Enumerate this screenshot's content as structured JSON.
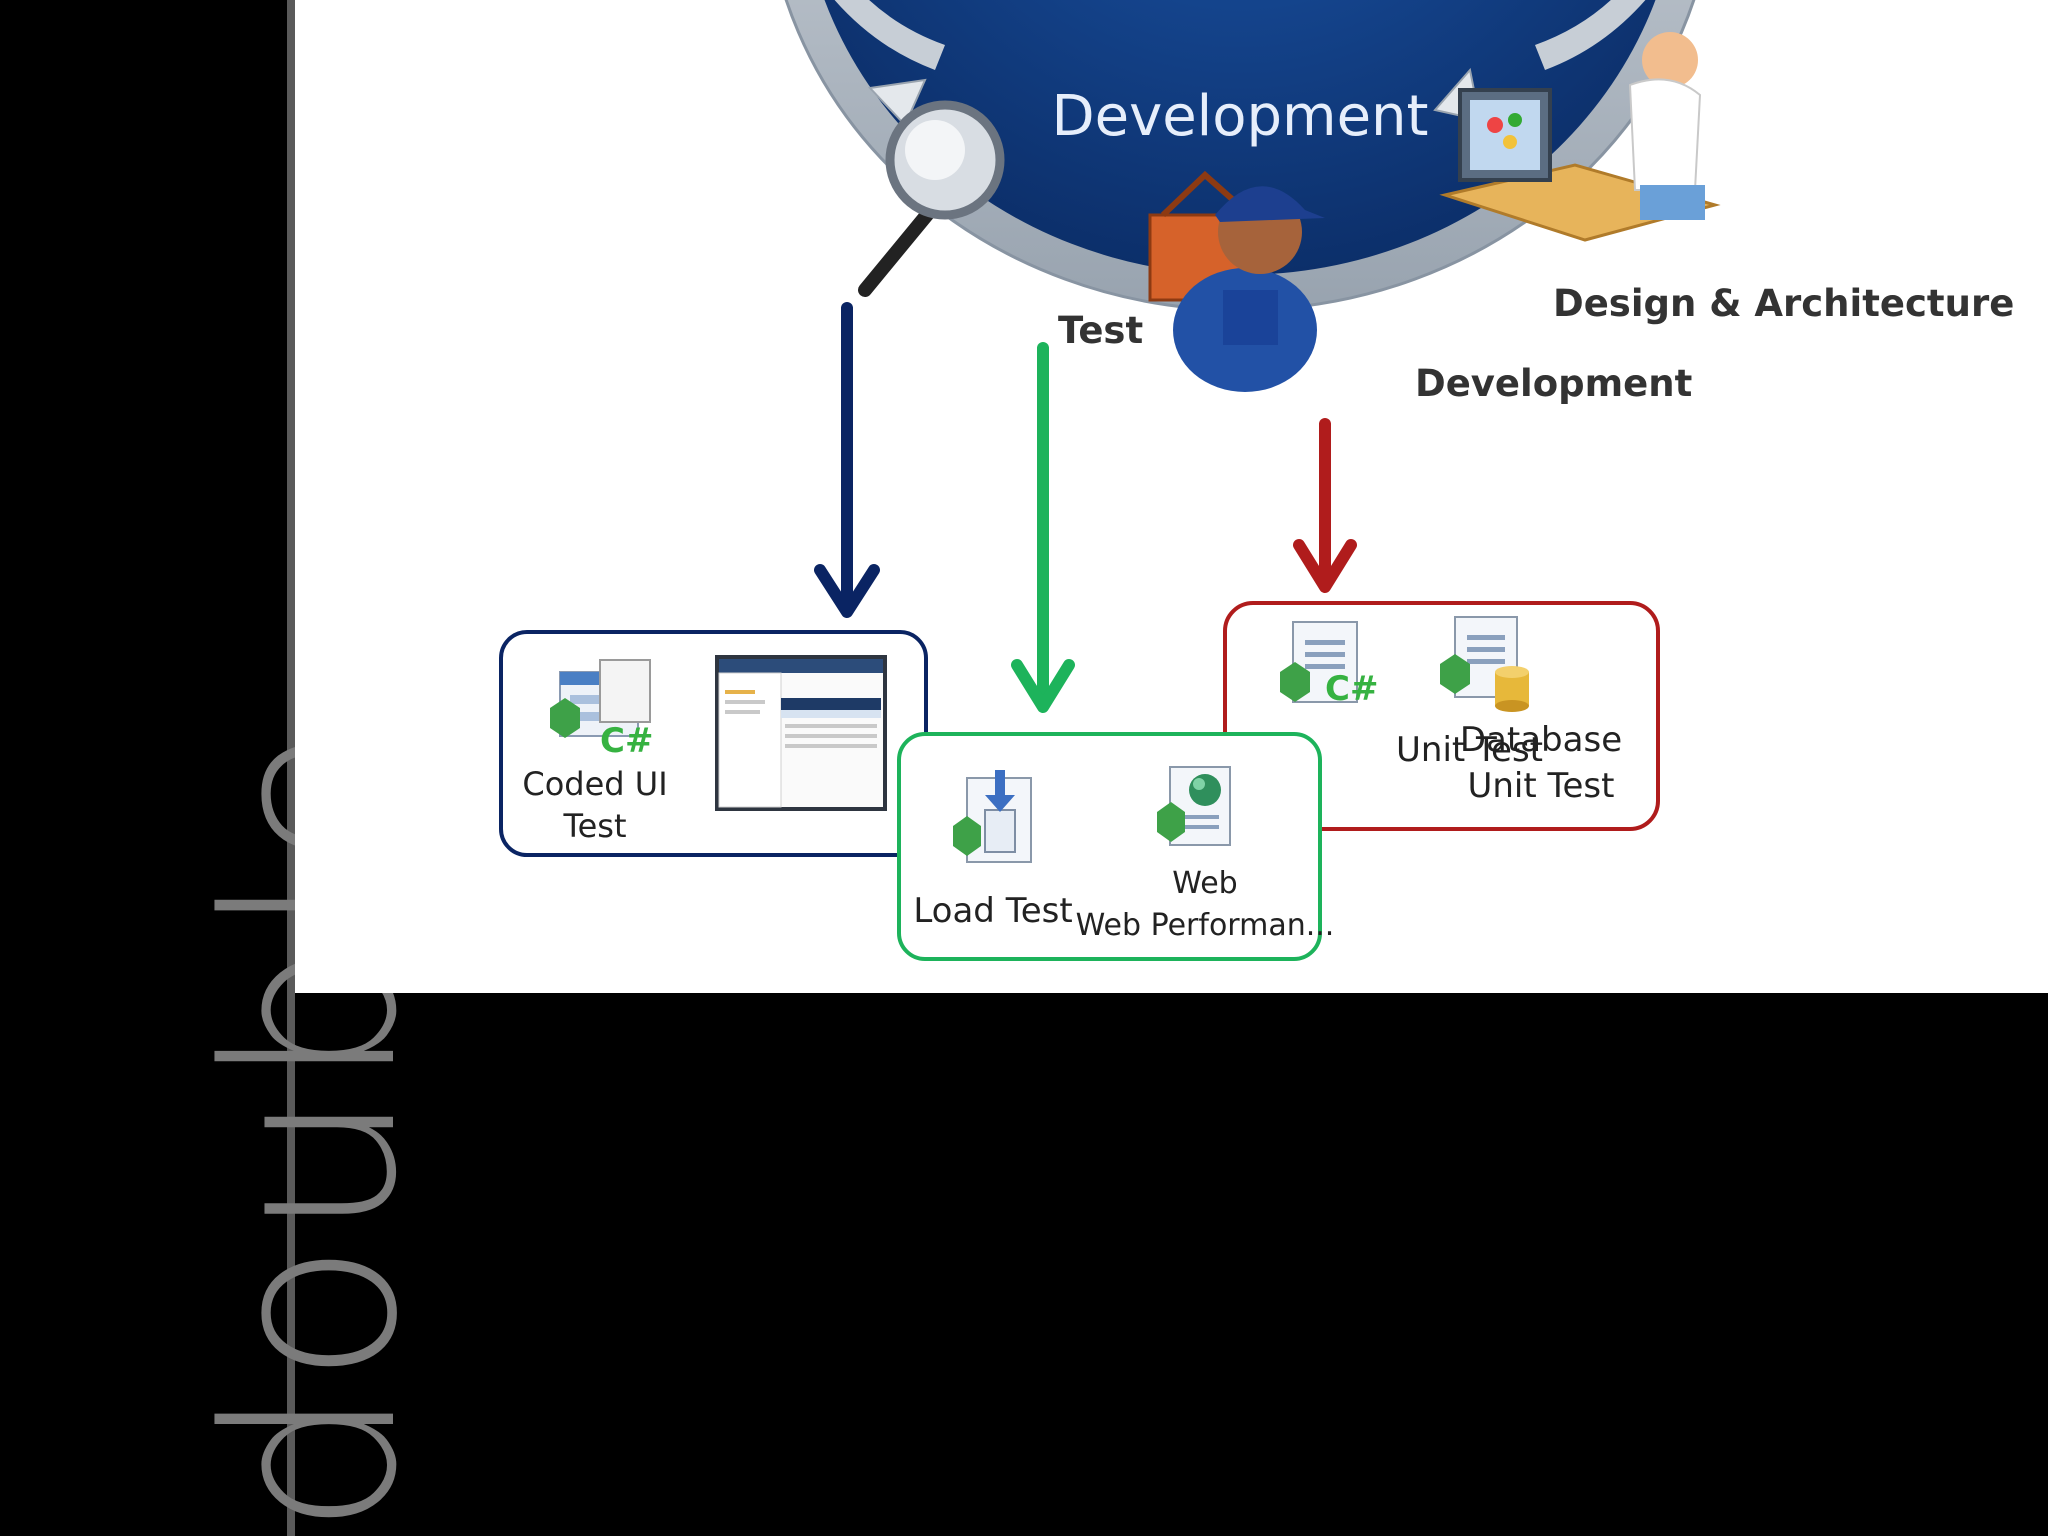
{
  "sidebar": {
    "vertical_word": "double"
  },
  "cycle": {
    "center_label": "Development",
    "labels": {
      "test": "Test",
      "development": "Development",
      "design": "Design & Architecture"
    }
  },
  "groups": {
    "blue": {
      "items": [
        "Coded UI Test"
      ]
    },
    "green": {
      "items": [
        "Load Test",
        "Web Performan..."
      ]
    },
    "red": {
      "items": [
        "Unit Test",
        "Database Unit Test"
      ]
    }
  },
  "colors": {
    "blue": "#0a2463",
    "green": "#1db35b",
    "red": "#b01c1c",
    "cycle_navy": "#0f3c84",
    "ring_gray": "#a3adb8"
  }
}
